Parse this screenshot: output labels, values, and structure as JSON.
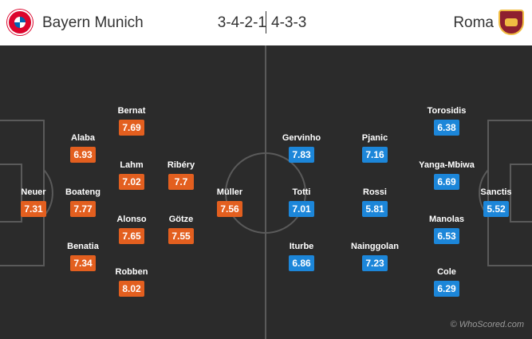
{
  "header": {
    "home_team": "Bayern Munich",
    "away_team": "Roma",
    "home_formation": "3-4-2-1",
    "away_formation": "4-3-3"
  },
  "colors": {
    "home_rating": "#e35f1f",
    "away_rating": "#1c86d9",
    "pitch": "#2b2b2b",
    "lines": "#5a5a5a"
  },
  "home_players": [
    {
      "name": "Neuer",
      "rating": "7.31"
    },
    {
      "name": "Alaba",
      "rating": "6.93"
    },
    {
      "name": "Boateng",
      "rating": "7.77"
    },
    {
      "name": "Benatia",
      "rating": "7.34"
    },
    {
      "name": "Bernat",
      "rating": "7.69"
    },
    {
      "name": "Lahm",
      "rating": "7.02"
    },
    {
      "name": "Alonso",
      "rating": "7.65"
    },
    {
      "name": "Robben",
      "rating": "8.02"
    },
    {
      "name": "Ribéry",
      "rating": "7.7"
    },
    {
      "name": "Götze",
      "rating": "7.55"
    },
    {
      "name": "Müller",
      "rating": "7.56"
    }
  ],
  "away_players": [
    {
      "name": "Gervinho",
      "rating": "7.83"
    },
    {
      "name": "Totti",
      "rating": "7.01"
    },
    {
      "name": "Iturbe",
      "rating": "6.86"
    },
    {
      "name": "Pjanic",
      "rating": "7.16"
    },
    {
      "name": "Rossi",
      "rating": "5.81"
    },
    {
      "name": "Nainggolan",
      "rating": "7.23"
    },
    {
      "name": "Torosidis",
      "rating": "6.38"
    },
    {
      "name": "Yanga-Mbiwa",
      "rating": "6.69"
    },
    {
      "name": "Manolas",
      "rating": "6.53"
    },
    {
      "name": "Cole",
      "rating": "6.29"
    },
    {
      "name": "Sanctis",
      "rating": "5.52"
    }
  ],
  "watermark": "© WhoScored.com"
}
